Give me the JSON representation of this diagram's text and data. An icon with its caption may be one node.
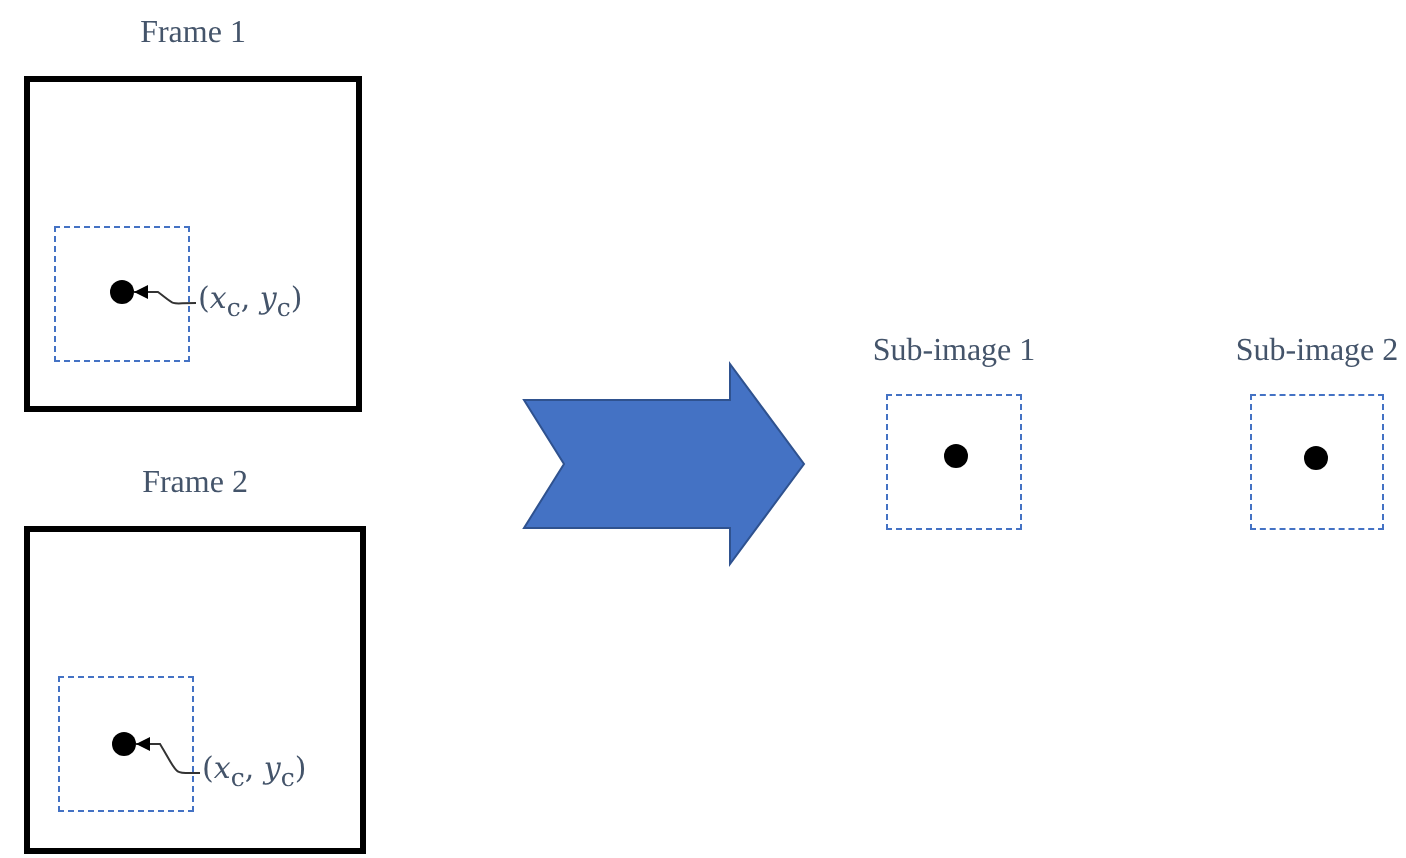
{
  "diagram": {
    "nodes": [
      {
        "text": [
          "Frame 1"
        ]
      },
      {
        "text": [],
        "shape": "box",
        "in": 0
      },
      {
        "text": [],
        "shape": "circle",
        "in": 1
      },
      {
        "text": [
          "(*x*$_{c}$, *y*$_{c}$)"
        ],
        "in": 0
      },
      {
        "text": [
          "Frame 2"
        ]
      },
      {
        "text": [],
        "shape": "box",
        "in": 4
      },
      {
        "text": [],
        "shape": "circle",
        "in": 5
      },
      {
        "text": [
          "(*x*$_{c}$, *y*$_{c}$)"
        ],
        "in": 4
      },
      {
        "text": [
          "Sub-image 1"
        ]
      },
      {
        "text": [],
        "shape": "circle",
        "in": 8
      },
      {
        "text": [
          "Sub-image 2"
        ]
      },
      {
        "text": [],
        "shape": "circle",
        "in": 10
      }
    ],
    "edges": [
      {
        "from": 3,
        "to": 2,
        "arrow": "to"
      },
      {
        "from": 7,
        "to": 6,
        "arrow": "to"
      }
    ]
  }
}
